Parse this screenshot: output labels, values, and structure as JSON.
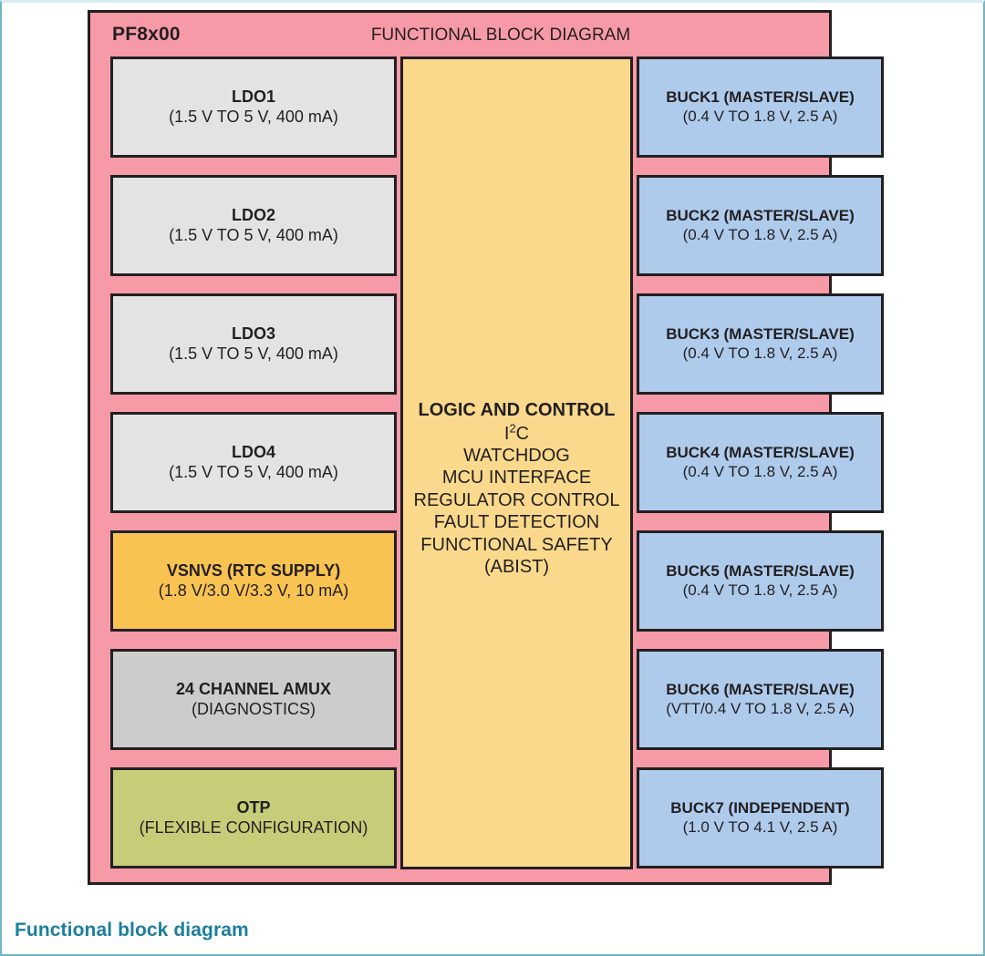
{
  "figure": {
    "chip_name": "PF8x00",
    "diagram_title": "FUNCTIONAL BLOCK DIAGRAM",
    "caption": "Functional block diagram"
  },
  "colors": {
    "package": "#f79aa8",
    "ldo": "#e3e3e3",
    "vsnvs": "#f9c352",
    "amux": "#cccccc",
    "otp": "#c6cc77",
    "buck": "#aecbec",
    "logic": "#fad98c",
    "outline": "#231f20",
    "caption": "#1b7f9e",
    "page_border": "#6fb7c4"
  },
  "left_column": [
    {
      "title": "LDO1",
      "sub": "(1.5 V TO 5 V, 400 mA)",
      "fill": "ldo"
    },
    {
      "title": "LDO2",
      "sub": "(1.5 V TO 5 V, 400 mA)",
      "fill": "ldo"
    },
    {
      "title": "LDO3",
      "sub": "(1.5 V TO 5 V, 400 mA)",
      "fill": "ldo"
    },
    {
      "title": "LDO4",
      "sub": "(1.5 V TO 5 V, 400 mA)",
      "fill": "ldo"
    },
    {
      "title": "VSNVS (RTC SUPPLY)",
      "sub": "(1.8 V/3.0 V/3.3 V, 10 mA)",
      "fill": "vsnvs"
    },
    {
      "title": "24 CHANNEL AMUX",
      "sub": "(DIAGNOSTICS)",
      "fill": "amux"
    },
    {
      "title": "OTP",
      "sub": "(FLEXIBLE CONFIGURATION)",
      "fill": "otp"
    }
  ],
  "center_block": {
    "title": "LOGIC AND CONTROL",
    "lines": [
      "WATCHDOG",
      "MCU INTERFACE",
      "REGULATOR CONTROL",
      "FAULT DETECTION",
      "FUNCTIONAL SAFETY",
      "(ABIST)"
    ],
    "i2c_prefix": "I",
    "i2c_superscript": "2",
    "i2c_suffix": "C"
  },
  "right_column": [
    {
      "title": "BUCK1 (MASTER/SLAVE)",
      "sub": "(0.4 V TO 1.8 V, 2.5 A)",
      "fill": "buck"
    },
    {
      "title": "BUCK2 (MASTER/SLAVE)",
      "sub": "(0.4 V TO 1.8 V, 2.5 A)",
      "fill": "buck"
    },
    {
      "title": "BUCK3 (MASTER/SLAVE)",
      "sub": "(0.4 V TO 1.8 V, 2.5 A)",
      "fill": "buck"
    },
    {
      "title": "BUCK4 (MASTER/SLAVE)",
      "sub": "(0.4 V TO 1.8 V, 2.5 A)",
      "fill": "buck"
    },
    {
      "title": "BUCK5 (MASTER/SLAVE)",
      "sub": "(0.4 V TO 1.8 V, 2.5 A)",
      "fill": "buck"
    },
    {
      "title": "BUCK6 (MASTER/SLAVE)",
      "sub": "(VTT/0.4 V TO 1.8 V, 2.5 A)",
      "fill": "buck"
    },
    {
      "title": "BUCK7 (INDEPENDENT)",
      "sub": "(1.0 V TO 4.1 V, 2.5 A)",
      "fill": "buck"
    }
  ]
}
